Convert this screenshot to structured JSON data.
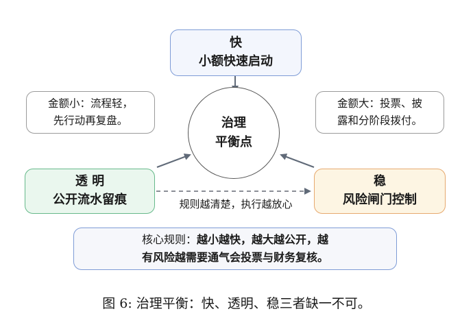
{
  "fast": {
    "title": "快",
    "subtitle": "小额快速启动"
  },
  "note_left": {
    "line1": "金额小：流程轻，",
    "line2": "先行动再复盘。"
  },
  "note_right": {
    "line1": "金额大：投票、披",
    "line2": "露和分阶段拨付。"
  },
  "hub": {
    "line1": "治理",
    "line2": "平衡点"
  },
  "transparent": {
    "title": "透 明",
    "subtitle": "公开流水留痕"
  },
  "stable": {
    "title": "稳",
    "subtitle": "风险闸门控制"
  },
  "dash_label": "规则越清楚，执行越放心",
  "rule": {
    "prefix": "核心规则：",
    "bold1": "越小越快，越大越公开，越",
    "bold2": "有风险越需要通气会投票与财务复核。"
  },
  "caption": "图 6: 治理平衡：快、透明、稳三者缺一不可。",
  "colors": {
    "fast_border": "#7d9bd6",
    "fast_fill": "#f3f6fd",
    "transparent_border": "#66b98a",
    "transparent_fill": "#eaf7ee",
    "stable_border": "#e6a96e",
    "stable_fill": "#fdf5e3",
    "arrow": "#606a78"
  }
}
